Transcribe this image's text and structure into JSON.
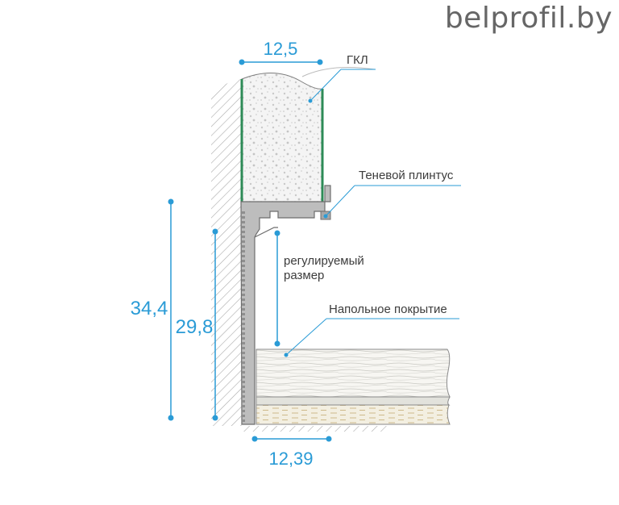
{
  "brand": "belprofil.by",
  "labels": {
    "gkl": "ГКЛ",
    "shadow_plinth": "Теневой плинтус",
    "adjustable_line1": "регулируемый",
    "adjustable_line2": "размер",
    "floor_covering": "Напольное покрытие"
  },
  "dimensions": {
    "gkl_thickness": "12,5",
    "total_height": "34,4",
    "profile_height": "29,8",
    "profile_width": "12,39"
  },
  "colors": {
    "dimension": "#2a9bd6",
    "profile": "#9a9a9a",
    "drywall_edge": "#2e8b57",
    "hatch": "#555555",
    "text": "#3c3c3c",
    "brand": "#666666"
  }
}
